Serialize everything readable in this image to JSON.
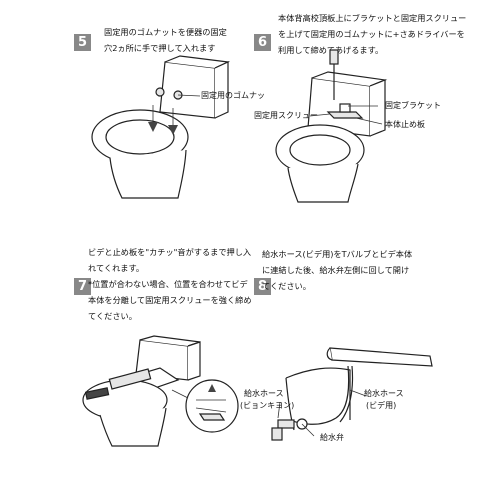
{
  "steps": [
    {
      "number": "5",
      "lines": [
        "固定用のゴムナットを便器の固定",
        "穴2ヵ所に手で押して入れます"
      ],
      "labels": [
        "固定用のゴムナッ"
      ]
    },
    {
      "number": "6",
      "lines": [
        "本体背高校頂板上にブラケットと固定用スクリュー",
        "を上げて固定用のゴムナットに+さあドライバーを",
        "利用して締めてあげるます。"
      ],
      "labels": [
        "固定ブラケット",
        "固定用スクリュー",
        "本体止め板"
      ]
    },
    {
      "number": "7",
      "lines": [
        "ビデと止め板を\"カチッ\"音がするまで押し入",
        "れてくれます。",
        "*位置が合わない場合、位置を合わせてビデ",
        "本体を分離して固定用スクリューを強く締め",
        "てください。"
      ],
      "labels": []
    },
    {
      "number": "8",
      "lines": [
        "給水ホース(ビデ用)をTバルブとビデ本体",
        "に連結した後、給水弁左側に回して開け",
        "てください。"
      ],
      "labels": [
        "給水ホース",
        "(ビョンキヨン)",
        "給水ホース",
        "(ビデ用)",
        "給水弁"
      ]
    }
  ]
}
